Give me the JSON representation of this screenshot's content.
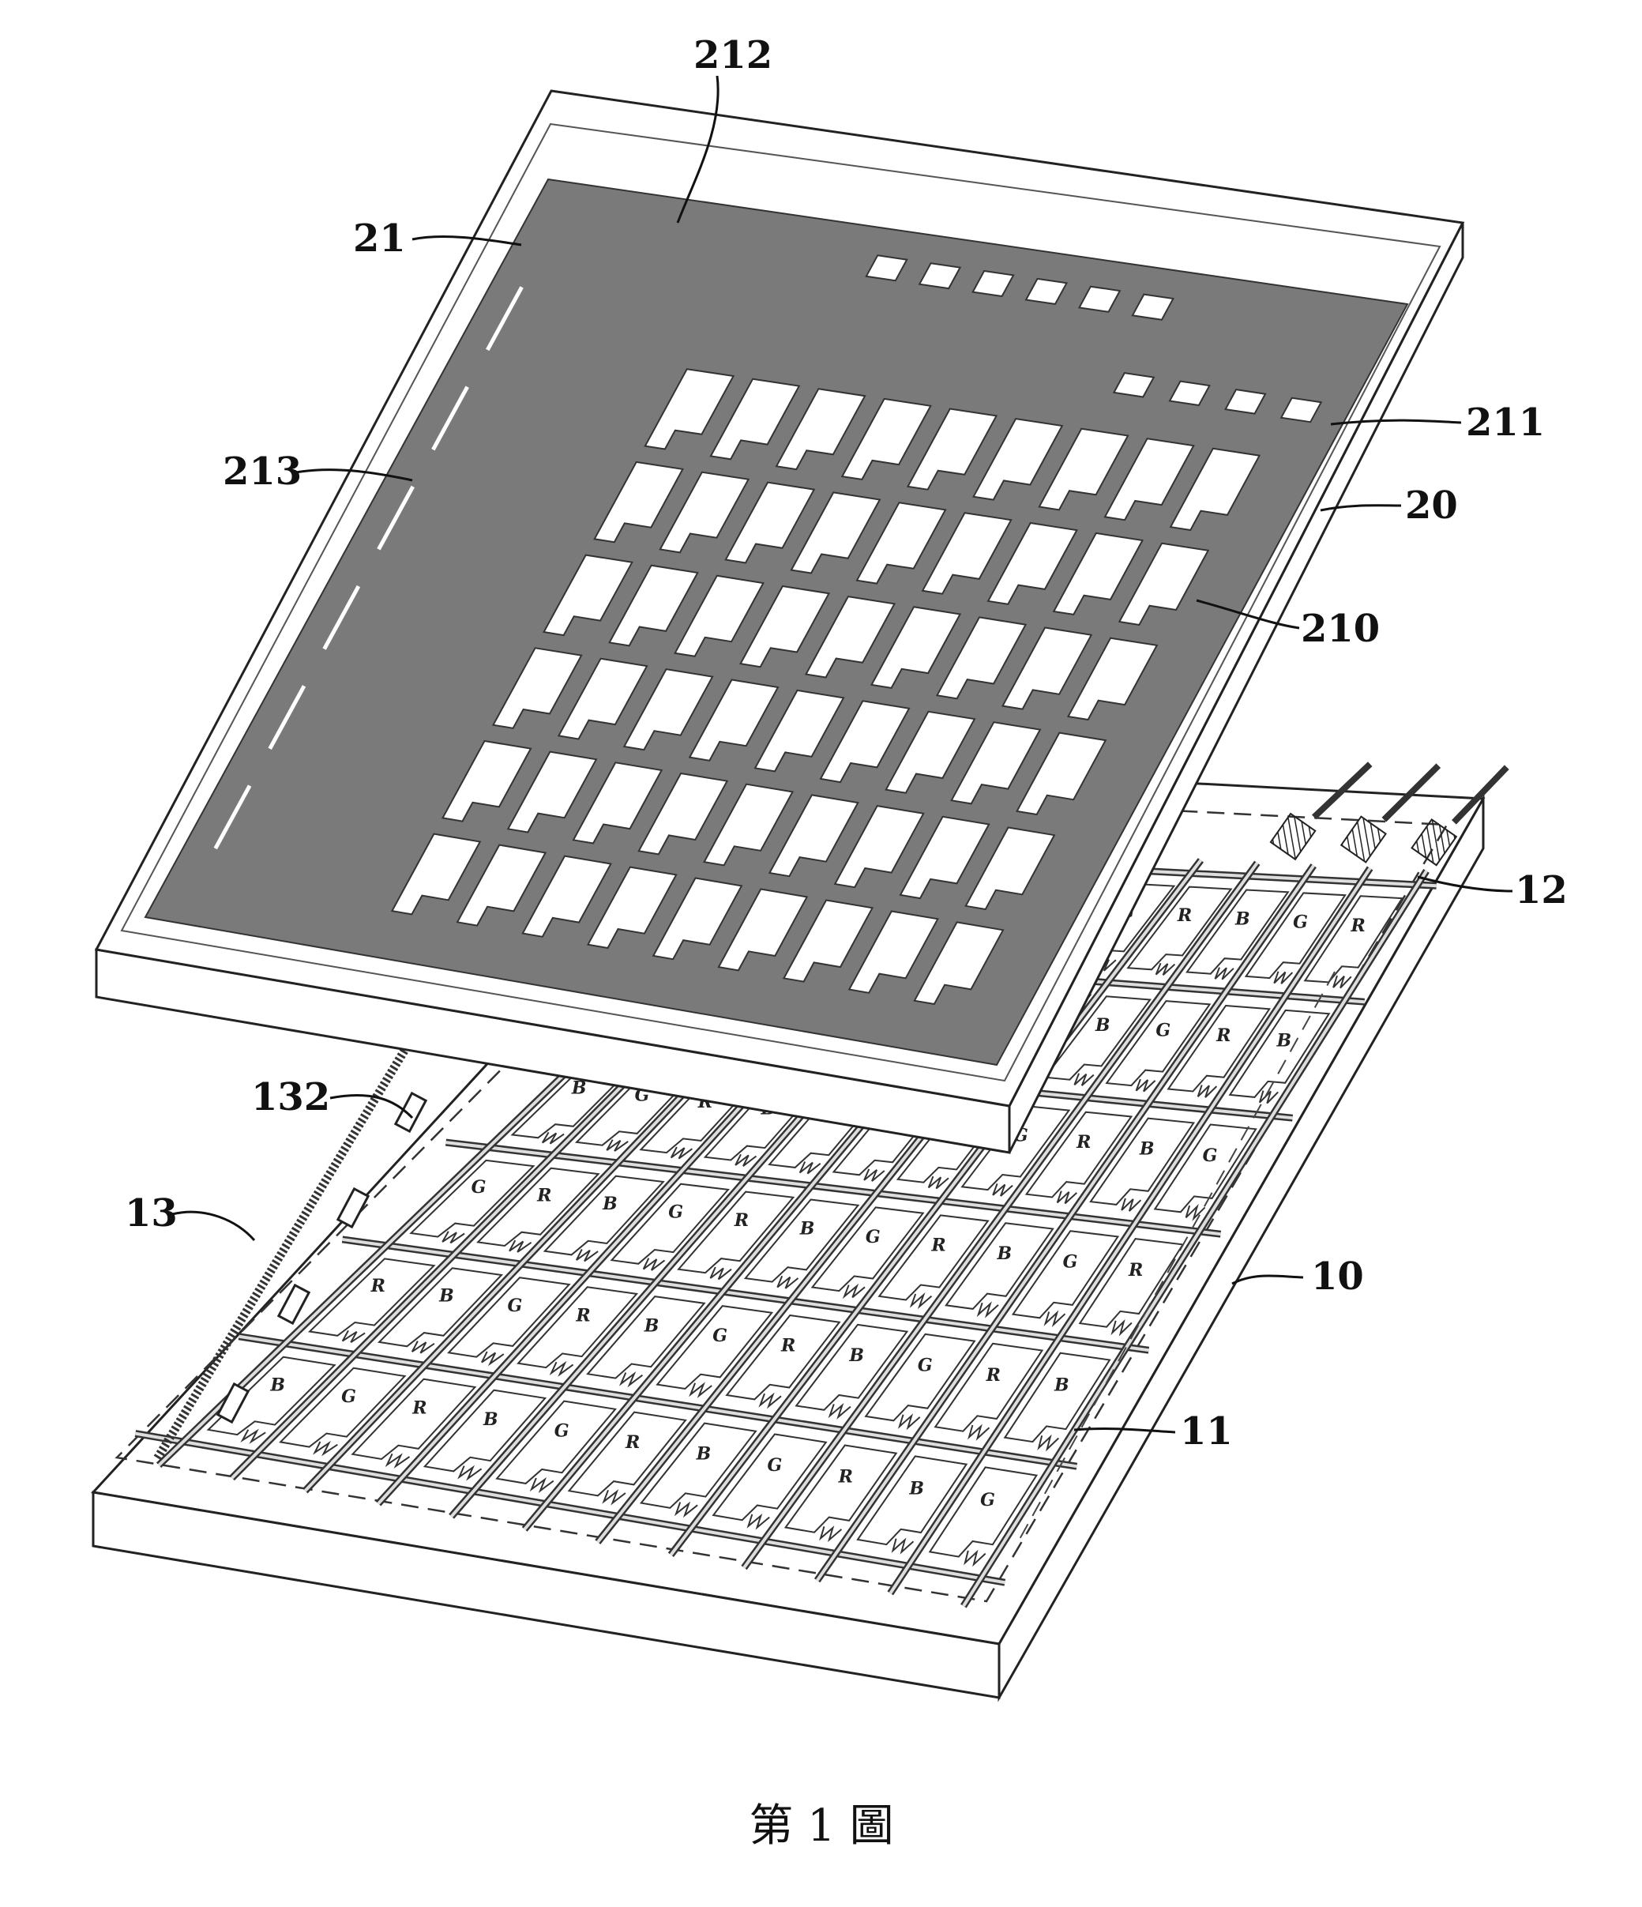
{
  "caption": "第 1 圖",
  "labels": {
    "l212": "212",
    "l21": "21",
    "l211": "211",
    "l213": "213",
    "l20": "20",
    "l210": "210",
    "l12": "12",
    "l132": "132",
    "l13": "13",
    "l10": "10",
    "l11": "11"
  },
  "subpixel_pattern": [
    "G",
    "R",
    "B"
  ],
  "colors": {
    "mask_fill": "#7a7a7a",
    "line": "#222222",
    "trace": "#9a9a9a"
  }
}
